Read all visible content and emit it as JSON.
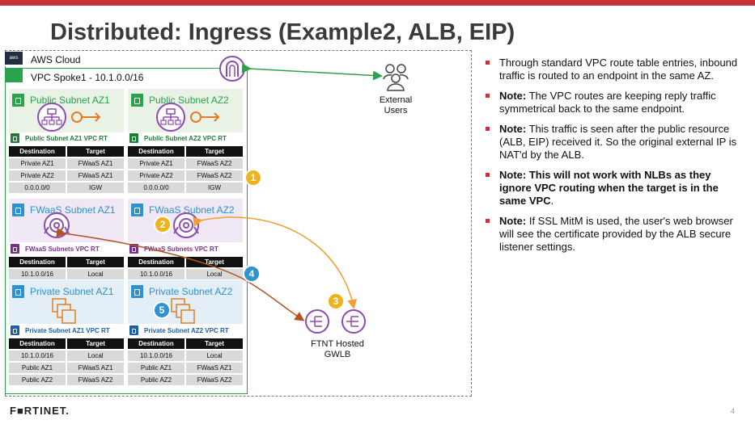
{
  "title": "Distributed: Ingress (Example2, ALB, EIP)",
  "cloud": {
    "label": "AWS Cloud",
    "icon": "aws-icon"
  },
  "vpc": {
    "label": "VPC Spoke1 - 10.1.0.0/16"
  },
  "subnets": {
    "public_az1": "Public Subnet AZ1",
    "public_az2": "Public Subnet AZ2",
    "fwaas_az1": "FWaaS Subnet AZ1",
    "fwaas_az2": "FWaaS Subnet AZ2",
    "private_az1": "Private Subnet AZ1",
    "private_az2": "Private Subnet AZ2"
  },
  "route_tables": {
    "public_az1": {
      "title": "Public Subnet AZ1 VPC RT",
      "headers": [
        "Destination",
        "Target"
      ],
      "rows": [
        [
          "Private AZ1",
          "FWaaS AZ1"
        ],
        [
          "Private AZ2",
          "FWaaS AZ1"
        ],
        [
          "0.0.0.0/0",
          "IGW"
        ]
      ]
    },
    "public_az2": {
      "title": "Public Subnet AZ2 VPC RT",
      "headers": [
        "Destination",
        "Target"
      ],
      "rows": [
        [
          "Private AZ1",
          "FWaaS AZ2"
        ],
        [
          "Private AZ2",
          "FWaaS AZ2"
        ],
        [
          "0.0.0.0/0",
          "IGW"
        ]
      ]
    },
    "fwaas_az1": {
      "title": "FWaaS Subnets VPC RT",
      "headers": [
        "Destination",
        "Target"
      ],
      "rows": [
        [
          "10.1.0.0/16",
          "Local"
        ]
      ]
    },
    "fwaas_az2": {
      "title": "FWaaS Subnets VPC RT",
      "headers": [
        "Destination",
        "Target"
      ],
      "rows": [
        [
          "10.1.0.0/16",
          "Local"
        ]
      ]
    },
    "private_az1": {
      "title": "Private Subnet AZ1 VPC RT",
      "headers": [
        "Destination",
        "Target"
      ],
      "rows": [
        [
          "10.1.0.0/16",
          "Local"
        ],
        [
          "Public AZ1",
          "FWaaS AZ1"
        ],
        [
          "Public AZ2",
          "FWaaS AZ2"
        ]
      ]
    },
    "private_az2": {
      "title": "Private Subnet AZ2 VPC RT",
      "headers": [
        "Destination",
        "Target"
      ],
      "rows": [
        [
          "10.1.0.0/16",
          "Local"
        ],
        [
          "Public AZ1",
          "FWaaS AZ1"
        ],
        [
          "Public AZ2",
          "FWaaS AZ2"
        ]
      ]
    }
  },
  "badges": [
    "1",
    "2",
    "3",
    "4",
    "5"
  ],
  "external_users": {
    "label": "External Users"
  },
  "gwlb": {
    "label": "FTNT Hosted GWLB"
  },
  "bullets": [
    {
      "bold": "",
      "text": "Through standard VPC route table entries, inbound traffic is routed to an endpoint in the same AZ."
    },
    {
      "bold": "Note:",
      "text": " The VPC routes are keeping reply traffic symmetrical back to the same endpoint."
    },
    {
      "bold": "Note:",
      "text": " This traffic is seen after the public resource (ALB, EIP) received it.  So the original external IP is NAT'd by the ALB."
    },
    {
      "bold": "Note: This will not work with NLBs as they ignore VPC routing when the target is in the same VPC",
      "text": "."
    },
    {
      "bold": "Note:",
      "text": " If SSL MitM is used, the user's web browser will see the certificate provided by the ALB secure listener settings."
    }
  ],
  "footer": {
    "logo": "F■RTINET.",
    "page": "4"
  },
  "colors": {
    "brand_red": "#c8323a",
    "public_green": "#2ba24c",
    "fwaas_purple": "#8b4bb0",
    "private_blue": "#2c92d0",
    "orange": "#e77b1f"
  }
}
